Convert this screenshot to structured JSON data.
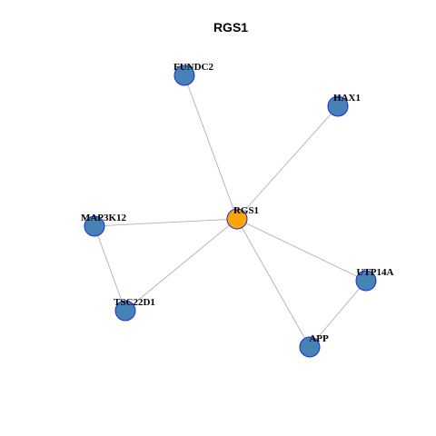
{
  "title": "RGS1",
  "colors": {
    "center_node": "#FFA500",
    "neighbor_node": "#4682B4",
    "node_border": "#1F2AD6",
    "edge": "#B0B0B0"
  },
  "nodes": [
    {
      "id": "RGS1",
      "label": "RGS1",
      "role": "center"
    },
    {
      "id": "FUNDC2",
      "label": "FUNDC2",
      "role": "neighbor"
    },
    {
      "id": "HAX1",
      "label": "HAX1",
      "role": "neighbor"
    },
    {
      "id": "MAP3K12",
      "label": "MAP3K12",
      "role": "neighbor"
    },
    {
      "id": "TSC22D1",
      "label": "TSC22D1",
      "role": "neighbor"
    },
    {
      "id": "UTP14A",
      "label": "UTP14A",
      "role": "neighbor"
    },
    {
      "id": "APP",
      "label": "APP",
      "role": "neighbor"
    }
  ],
  "edges": [
    [
      "RGS1",
      "FUNDC2"
    ],
    [
      "RGS1",
      "HAX1"
    ],
    [
      "RGS1",
      "MAP3K12"
    ],
    [
      "RGS1",
      "TSC22D1"
    ],
    [
      "RGS1",
      "UTP14A"
    ],
    [
      "RGS1",
      "APP"
    ],
    [
      "MAP3K12",
      "TSC22D1"
    ],
    [
      "UTP14A",
      "APP"
    ]
  ]
}
